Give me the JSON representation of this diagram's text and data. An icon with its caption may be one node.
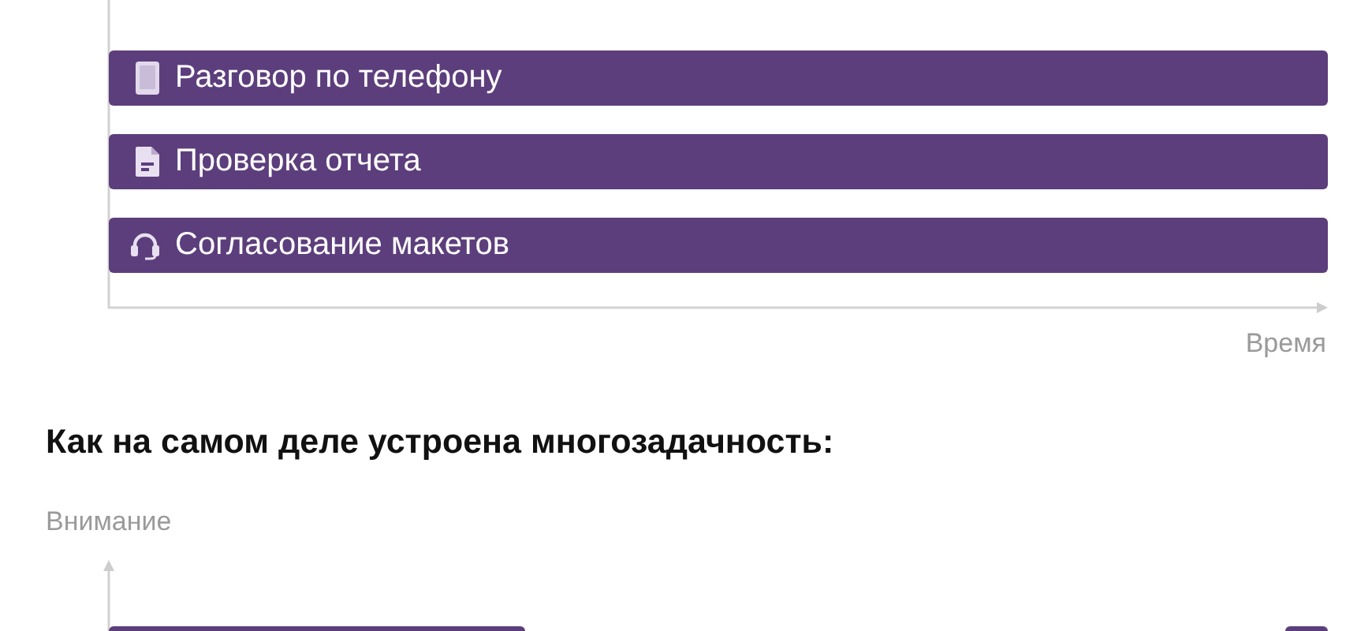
{
  "diagram": {
    "nodes": [
      {
        "text": [
          "Разговор по телефону"
        ]
      },
      {
        "text": [
          "Проверка отчета"
        ]
      },
      {
        "text": [
          "Согласование макетов"
        ]
      },
      {
        "text": [],
        "shape": "bar"
      },
      {
        "text": [],
        "shape": "bar"
      }
    ],
    "labels": [
      "Время",
      "Как на самом деле устроена многозадачность:",
      "Внимание"
    ]
  }
}
